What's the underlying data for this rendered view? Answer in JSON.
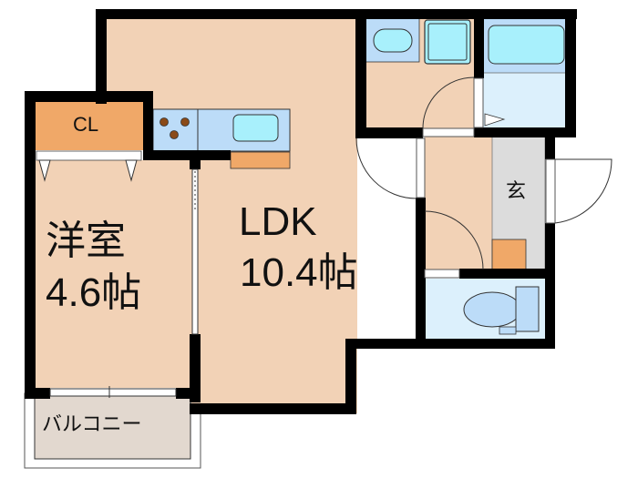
{
  "floor_plan": {
    "rooms": [
      {
        "id": "ldk",
        "name": "LDK",
        "size": "10.4帖"
      },
      {
        "id": "western_room",
        "name": "洋室",
        "size": "4.6帖"
      },
      {
        "id": "closet",
        "name": "CL"
      },
      {
        "id": "entrance",
        "name": "玄"
      },
      {
        "id": "balcony",
        "name": "バルコニー"
      }
    ],
    "fixtures": [
      "kitchen-stove",
      "kitchen-sink",
      "washbasin",
      "washing-machine-space",
      "bathtub",
      "toilet",
      "shoe-cabinet"
    ],
    "colors": {
      "floor": "#f2d2b6",
      "closet": "#f0a868",
      "wet_area": "#bcdcf8",
      "wet_fixture": "#a8f0fc",
      "bath_floor": "#dcf0fc",
      "entrance": "#dcdcdc",
      "balcony": "#e2d8cf",
      "wall": "#000000"
    }
  }
}
